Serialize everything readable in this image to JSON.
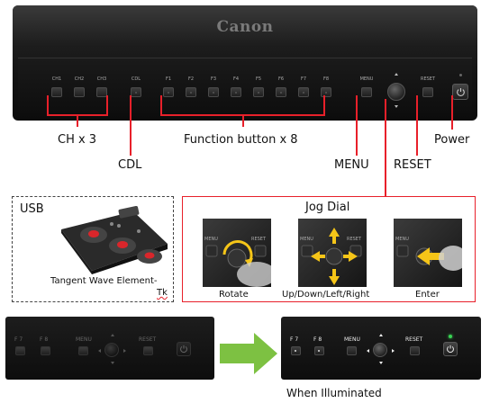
{
  "monitor": {
    "brand": "Canon",
    "buttons": {
      "ch1": "CH1",
      "ch2": "CH2",
      "ch3": "CH3",
      "cdl": "CDL",
      "f1": "F1",
      "f2": "F2",
      "f3": "F3",
      "f4": "F4",
      "f5": "F5",
      "f6": "F6",
      "f7": "F7",
      "f8": "F8",
      "menu": "MENU",
      "reset": "RESET"
    }
  },
  "callouts": {
    "ch": "CH x 3",
    "cdl": "CDL",
    "function": "Function button x 8",
    "menu": "MENU",
    "reset": "RESET",
    "power": "Power"
  },
  "usb": {
    "title": "USB",
    "caption_line1": "Tangent Wave  Element-",
    "caption_line2": "Tk"
  },
  "jog": {
    "title": "Jog Dial",
    "captions": [
      "Rotate",
      "Up/Down/Left/Right",
      "Enter"
    ],
    "photo_labels": {
      "menu": "MENU",
      "reset": "RESET"
    }
  },
  "bottom": {
    "left": {
      "f7": "F 7",
      "f8": "F 8",
      "menu": "MENU",
      "reset": "RESET"
    },
    "right": {
      "f7": "F 7",
      "f8": "F 8",
      "menu": "MENU",
      "reset": "RESET"
    },
    "caption": "When Illuminated"
  },
  "colors": {
    "callout_red": "#e8202a",
    "arrow_green": "#7dc142",
    "highlight_yellow": "#f5c518",
    "led_green": "#39d353"
  }
}
